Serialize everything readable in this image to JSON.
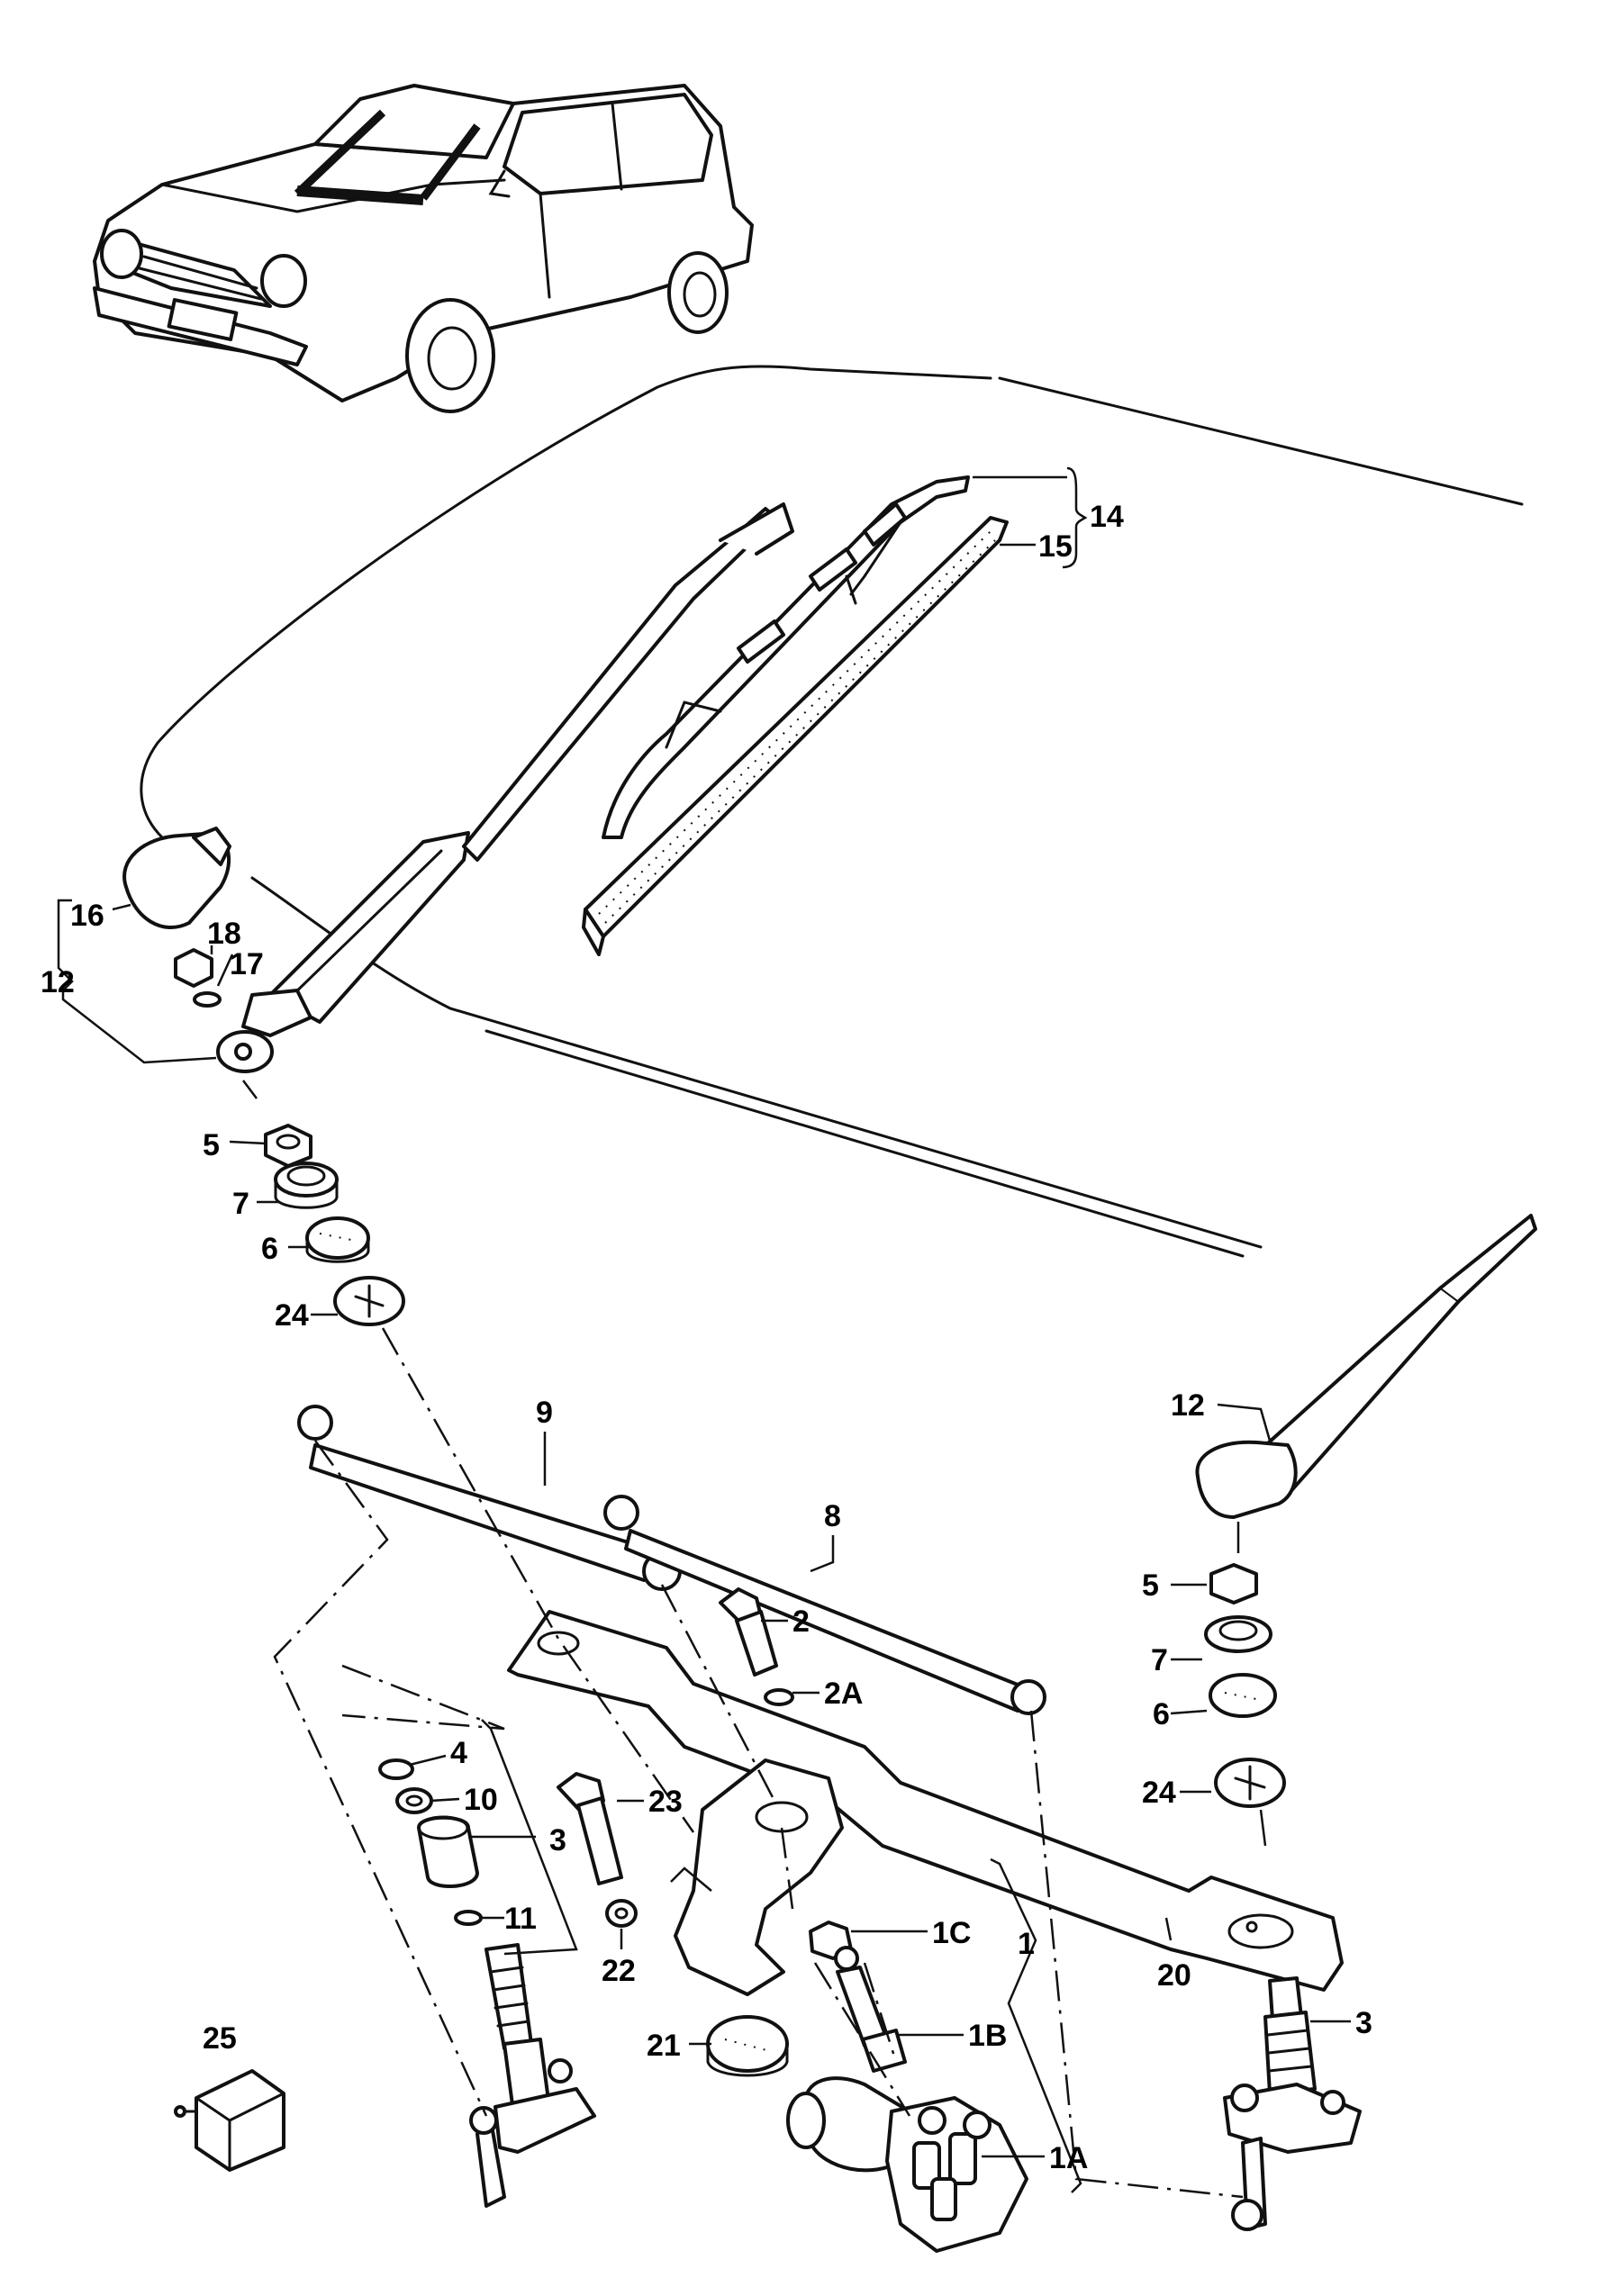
{
  "labels": {
    "l1": "1",
    "l1A": "1A",
    "l1B": "1B",
    "l1C": "1C",
    "l2": "2",
    "l2A": "2A",
    "l3a": "3",
    "l3b": "3",
    "l4": "4",
    "l5a": "5",
    "l5b": "5",
    "l6a": "6",
    "l6b": "6",
    "l7a": "7",
    "l7b": "7",
    "l8": "8",
    "l9": "9",
    "l10": "10",
    "l11": "11",
    "l12a": "12",
    "l12b": "12",
    "l14": "14",
    "l15": "15",
    "l16": "16",
    "l17": "17",
    "l18": "18",
    "l20": "20",
    "l21": "21",
    "l22": "22",
    "l23": "23",
    "l24a": "24",
    "l24b": "24",
    "l25": "25"
  },
  "colors": {
    "ink": "#111111",
    "paper": "#ffffff"
  }
}
